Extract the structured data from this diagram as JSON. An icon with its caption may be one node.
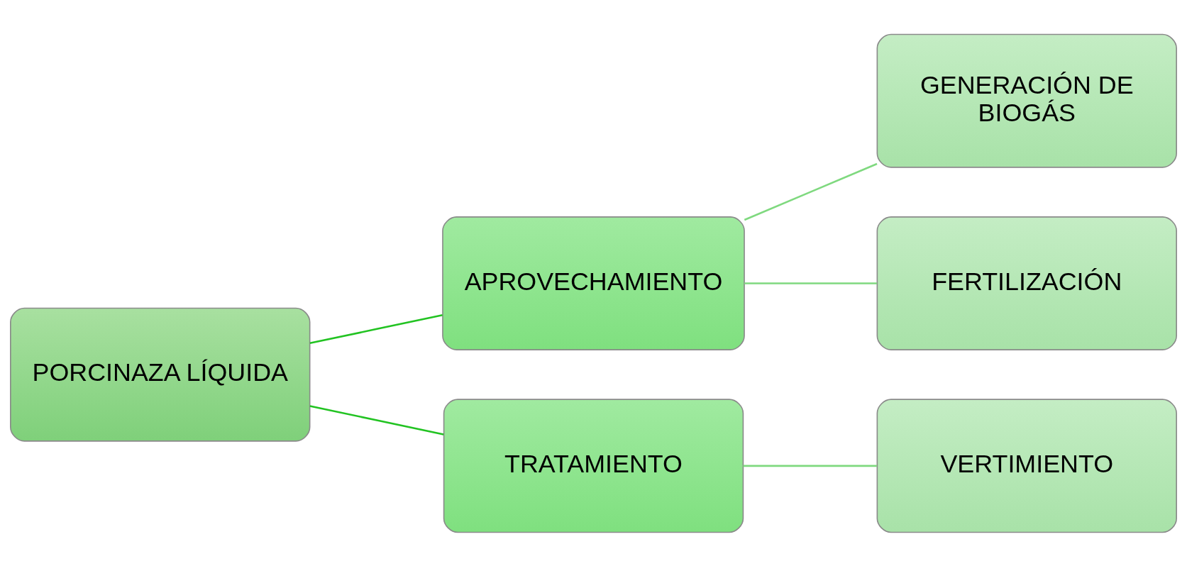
{
  "diagram": {
    "nodes": [
      {
        "text": [
          "PORCINAZA LÍQUIDA"
        ]
      },
      {
        "text": [
          "APROVECHAMIENTO"
        ]
      },
      {
        "text": [
          "TRATAMIENTO"
        ]
      },
      {
        "text": [
          "GENERACIÓN DE BIOGÁS"
        ]
      },
      {
        "text": [
          "FERTILIZACIÓN"
        ]
      },
      {
        "text": [
          "VERTIMIENTO"
        ]
      }
    ],
    "edges": [
      {
        "from": 0,
        "to": 1,
        "arrow": "none",
        "color": "#22c322"
      },
      {
        "from": 0,
        "to": 2,
        "arrow": "none",
        "color": "#22c322"
      },
      {
        "from": 1,
        "to": 3,
        "arrow": "none"
      },
      {
        "from": 1,
        "to": 4,
        "arrow": "none"
      },
      {
        "from": 2,
        "to": 5,
        "arrow": "none"
      }
    ]
  }
}
